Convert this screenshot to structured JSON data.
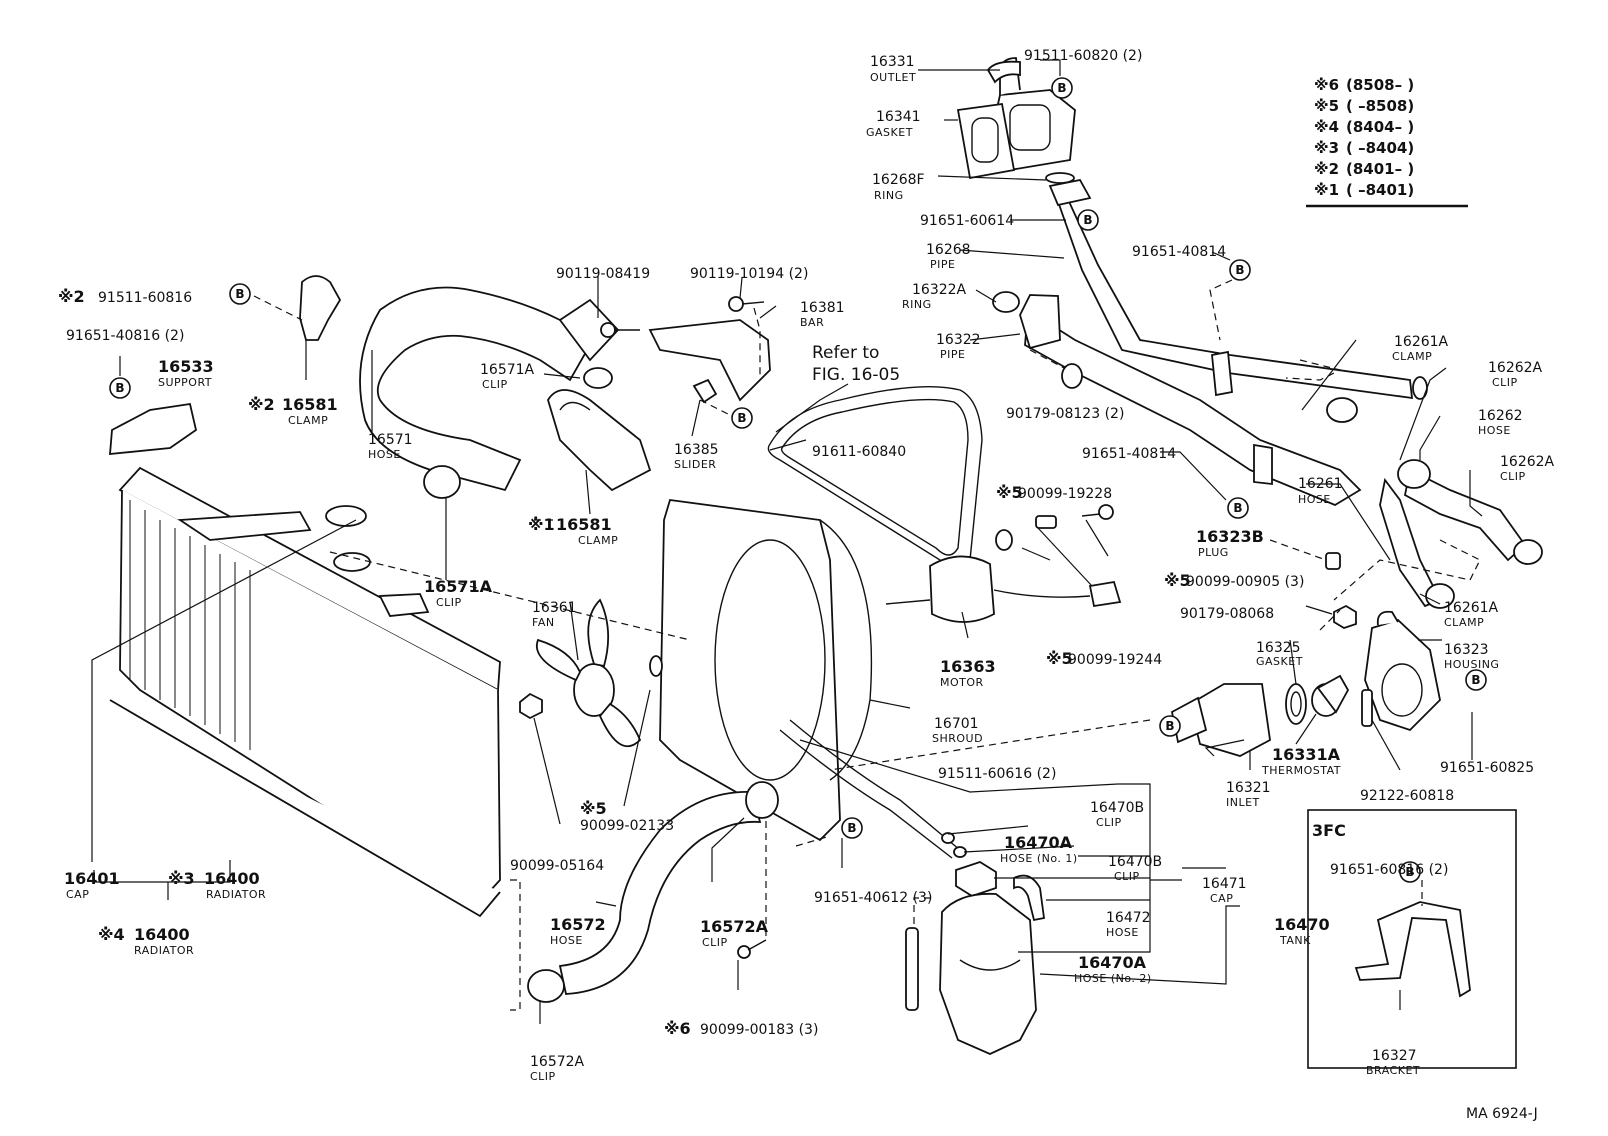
{
  "labels": {
    "outlet_num": "16331",
    "outlet_name": "OUTLET",
    "bolt_outlet": "91511-60820 (2)",
    "gasket_num": "16341",
    "gasket_name": "GASKET",
    "ring_top_num": "16268F",
    "ring_top_name": "RING",
    "bolt_91651_60614": "91651-60614",
    "pipe_top_num": "16268",
    "pipe_top_name": "PIPE",
    "bolt_91651_40814_a": "91651-40814",
    "ring_num": "16322A",
    "ring_name": "RING",
    "pipe_num": "16322",
    "pipe_name": "PIPE",
    "nut_90179_08123": "90179-08123 (2)",
    "clamp_16261a_top_num": "16261A",
    "clamp_16261a_top_name": "CLAMP",
    "clip_16262a_top_num": "16262A",
    "clip_16262a_top_name": "CLIP",
    "hose_16262_num": "16262",
    "hose_16262_name": "HOSE",
    "clip_16262a_b_num": "16262A",
    "clip_16262a_b_name": "CLIP",
    "bolt_91651_40814_b": "91651-40814",
    "hose_16261_num": "16261",
    "hose_16261_name": "HOSE",
    "plug_num": "16323B",
    "plug_name": "PLUG",
    "bolt_90099_00905": "90099-00905 (3)",
    "pin_90099_19228": "90099-19228",
    "nut_90179_08068": "90179-08068",
    "clamp_16261a_b_num": "16261A",
    "clamp_16261a_b_name": "CLAMP",
    "gasket_16325_num": "16325",
    "gasket_16325_name": "GASKET",
    "housing_num": "16323",
    "housing_name": "HOUSING",
    "thermostat_num": "16331A",
    "thermostat_name": "THERMOSTAT",
    "ring_92122": "92122-60818",
    "bolt_91651_60825": "91651-60825",
    "bolt_91511_60616": "91511-60616 (2)",
    "inlet_num": "16321",
    "inlet_name": "INLET",
    "grommet_90099_19244": "90099-19244",
    "motor_num": "16363",
    "motor_name": "MOTOR",
    "shroud_num": "16701",
    "shroud_name": "SHROUD",
    "fan_num": "16361",
    "fan_name": "FAN",
    "belt_num": "91611-60840",
    "ref_line1": "Refer to",
    "ref_line2": "FIG. 16-05",
    "bolt_90119_08419": "90119-08419",
    "bolt_90119_10194": "90119-10194 (2)",
    "bar_num": "16381",
    "bar_name": "BAR",
    "slider_num": "16385",
    "slider_name": "SLIDER",
    "clip_16571a_top_num": "16571A",
    "clip_16571a_top_name": "CLIP",
    "clamp_16581_b_num": "16581",
    "clamp_16581_b_name": "CLAMP",
    "hose_16571_num": "16571",
    "hose_16571_name": "HOSE",
    "clip_16571a_b_num": "16571A",
    "clip_16571a_b_name": "CLIP",
    "bolt_91511_60816": "91511-60816",
    "bolt_91651_40816_left": "91651-40816 (2)",
    "support_num": "16533",
    "support_name": "SUPPORT",
    "clamp_16581_a_num": "16581",
    "clamp_16581_a_name": "CLAMP",
    "cap_16401_num": "16401",
    "cap_16401_name": "CAP",
    "radiator_3_num": "16400",
    "radiator_3_name": "RADIATOR",
    "radiator_4_num": "16400",
    "radiator_4_name": "RADIATOR",
    "nut_90099_05164": "90099-05164",
    "nut_90099_02133": "90099-02133",
    "hose_16572_num": "16572",
    "hose_16572_name": "HOSE",
    "clip_16572a_num": "16572A",
    "clip_16572a_name": "CLIP",
    "clip_16572a_b_num": "16572A",
    "clip_16572a_b_name": "CLIP",
    "bolt_90099_00183": "90099-00183 (3)",
    "bolt_91651_40612": "91651-40612 (3)",
    "clip_16470b_a_num": "16470B",
    "clip_16470b_a_name": "CLIP",
    "hose_16470a_1_num": "16470A",
    "hose_16470a_1_name": "HOSE (No. 1)",
    "clip_16470b_b_num": "16470B",
    "clip_16470b_b_name": "CLIP",
    "cap_16471_num": "16471",
    "cap_16471_name": "CAP",
    "hose_16472_num": "16472",
    "hose_16472_name": "HOSE",
    "tank_num": "16470",
    "tank_name": "TANK",
    "hose_16470a_2_num": "16470A",
    "hose_16470a_2_name": "HOSE (No. 2)",
    "box_title": "3FC",
    "bolt_91651_60816_box": "91651-60816 (2)",
    "bracket_num": "16327",
    "bracket_name": "BRACKET",
    "footer": "MA 6924-J",
    "b_marker": "B",
    "note_mark": "※"
  },
  "legend": [
    {
      "mark": "※6",
      "range": "(8508–        )"
    },
    {
      "mark": "※5",
      "range": "(         –8508)"
    },
    {
      "mark": "※4",
      "range": "(8404–        )"
    },
    {
      "mark": "※3",
      "range": "(         –8404)"
    },
    {
      "mark": "※2",
      "range": "(8401–        )"
    },
    {
      "mark": "※1",
      "range": "(         –8401)"
    }
  ],
  "notes": {
    "n1": "※1",
    "n2": "※2",
    "n3": "※3",
    "n4": "※4",
    "n5": "※5",
    "n6": "※6"
  }
}
